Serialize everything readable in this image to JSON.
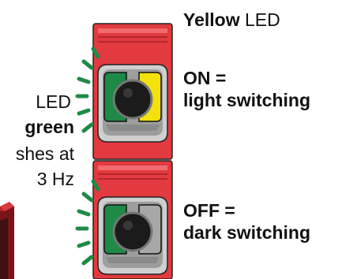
{
  "header": {
    "yellow_word": "Yellow",
    "led_word": "LED"
  },
  "top_device": {
    "state_line1": "ON =",
    "state_line2": "light switching",
    "indicators": {
      "left": "green",
      "right": "yellow"
    }
  },
  "left_note": {
    "line1": "LED",
    "line2": "green",
    "line3": "shes at",
    "line4": "3 Hz"
  },
  "bottom_device": {
    "state_line1": "OFF =",
    "state_line2": "dark switching",
    "indicators": {
      "left": "green",
      "right": "off"
    }
  },
  "colors": {
    "housing_red": "#e23a3f",
    "housing_dark": "#9a1d22",
    "green": "#1e8a46",
    "yellow": "#f2e10a",
    "bezel_gray": "#b8b8b8",
    "knob": "#1b1b1b"
  }
}
